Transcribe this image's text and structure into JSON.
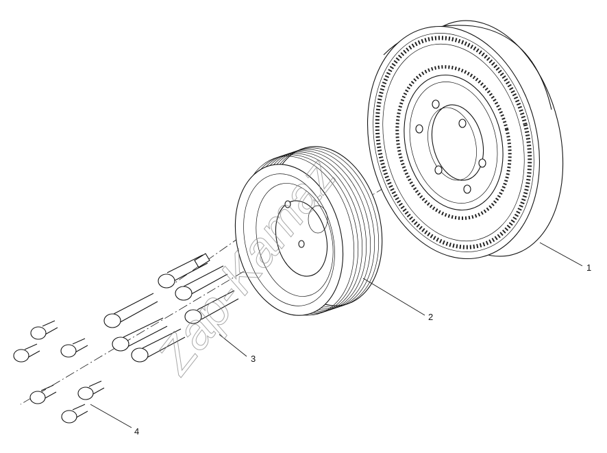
{
  "callouts": [
    {
      "id": "1",
      "text": "1"
    },
    {
      "id": "2",
      "text": "2"
    },
    {
      "id": "3",
      "text": "3"
    },
    {
      "id": "4",
      "text": "4"
    }
  ],
  "watermark": "Zap-Kamaz",
  "colors": {
    "line": "#111111",
    "background": "#ffffff",
    "watermark": "#8a8a8a"
  }
}
